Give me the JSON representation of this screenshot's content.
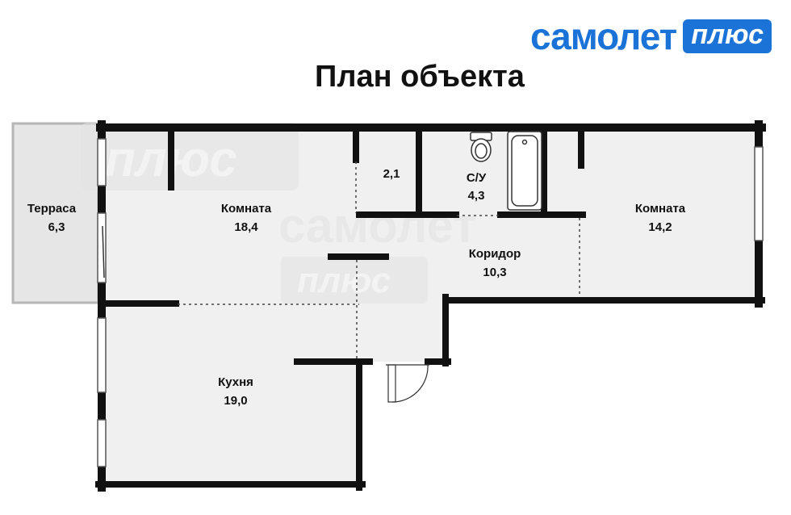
{
  "brand": {
    "name": "самолет",
    "badge": "плюс",
    "color": "#1b73d8"
  },
  "page": {
    "title": "План объекта"
  },
  "rooms": [
    {
      "id": "terrace",
      "name": "Терраса",
      "area": "6,3"
    },
    {
      "id": "room1",
      "name": "Комната",
      "area": "18,4"
    },
    {
      "id": "storage",
      "name": "",
      "area": "2,1"
    },
    {
      "id": "bathroom",
      "name": "С/У",
      "area": "4,3"
    },
    {
      "id": "room2",
      "name": "Комната",
      "area": "14,2"
    },
    {
      "id": "corridor",
      "name": "Коридор",
      "area": "10,3"
    },
    {
      "id": "kitchen",
      "name": "Кухня",
      "area": "19,0"
    }
  ],
  "watermark": {
    "word": "самолет",
    "badge": "плюс"
  }
}
